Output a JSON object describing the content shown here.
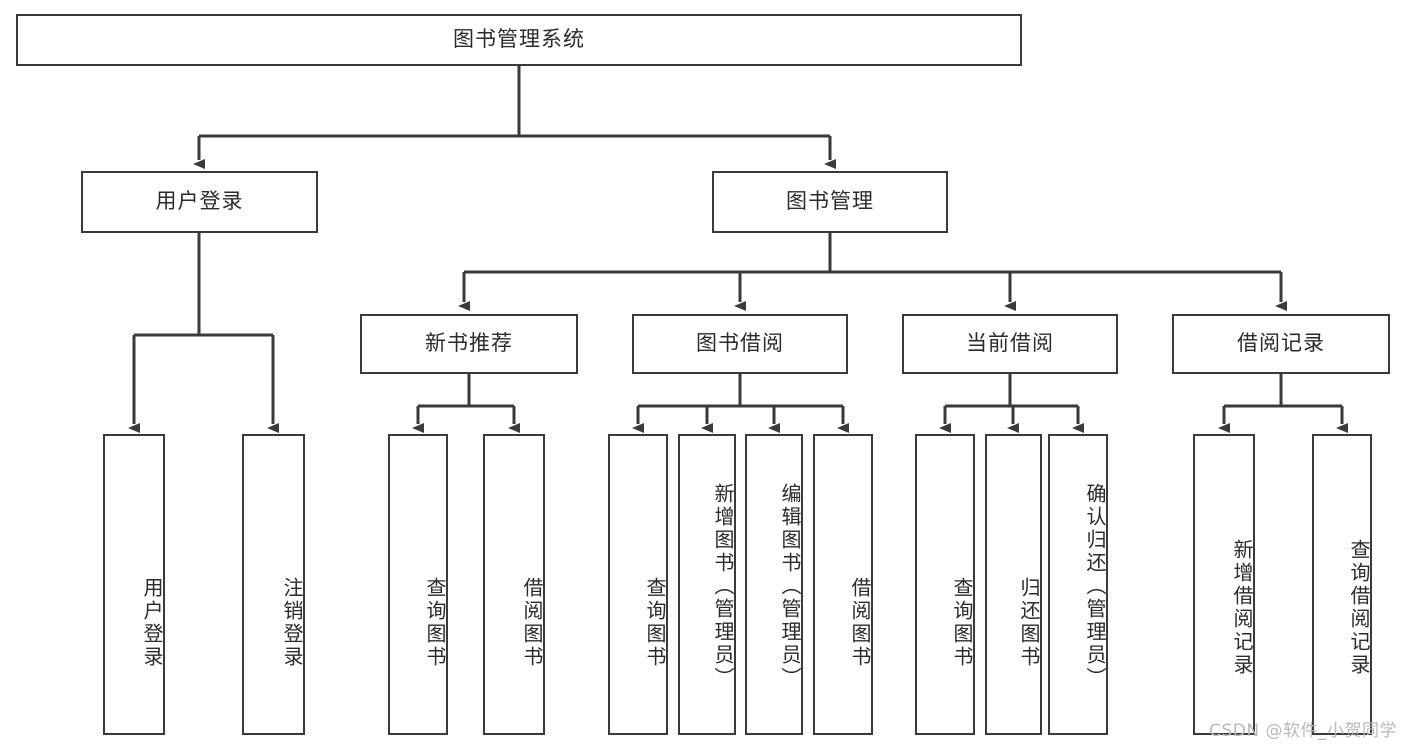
{
  "diagram": {
    "title": "图书管理系统",
    "watermark": "CSDN @软件_小贺同学",
    "colors": {
      "border": "#3a3a3a",
      "background": "#ffffff",
      "text": "#2b2b2b",
      "watermark": "#b9b9b9"
    },
    "root": {
      "label": "图书管理系统"
    },
    "level2": [
      {
        "label": "用户登录"
      },
      {
        "label": "图书管理"
      }
    ],
    "level3": [
      {
        "label": "新书推荐"
      },
      {
        "label": "图书借阅"
      },
      {
        "label": "当前借阅"
      },
      {
        "label": "借阅记录"
      }
    ],
    "leaves": {
      "user_login": [
        {
          "label": "用户登录"
        },
        {
          "label": "注销登录"
        }
      ],
      "new_book_recommend": [
        {
          "label": "查询图书"
        },
        {
          "label": "借阅图书"
        }
      ],
      "book_borrow": [
        {
          "label": "查询图书"
        },
        {
          "label": "新增图书（管理员）"
        },
        {
          "label": "编辑图书（管理员）"
        },
        {
          "label": "借阅图书"
        }
      ],
      "current_borrow": [
        {
          "label": "查询图书"
        },
        {
          "label": "归还图书"
        },
        {
          "label": "确认归还（管理员）"
        }
      ],
      "borrow_record": [
        {
          "label": "新增借阅记录"
        },
        {
          "label": "查询借阅记录"
        }
      ]
    }
  }
}
